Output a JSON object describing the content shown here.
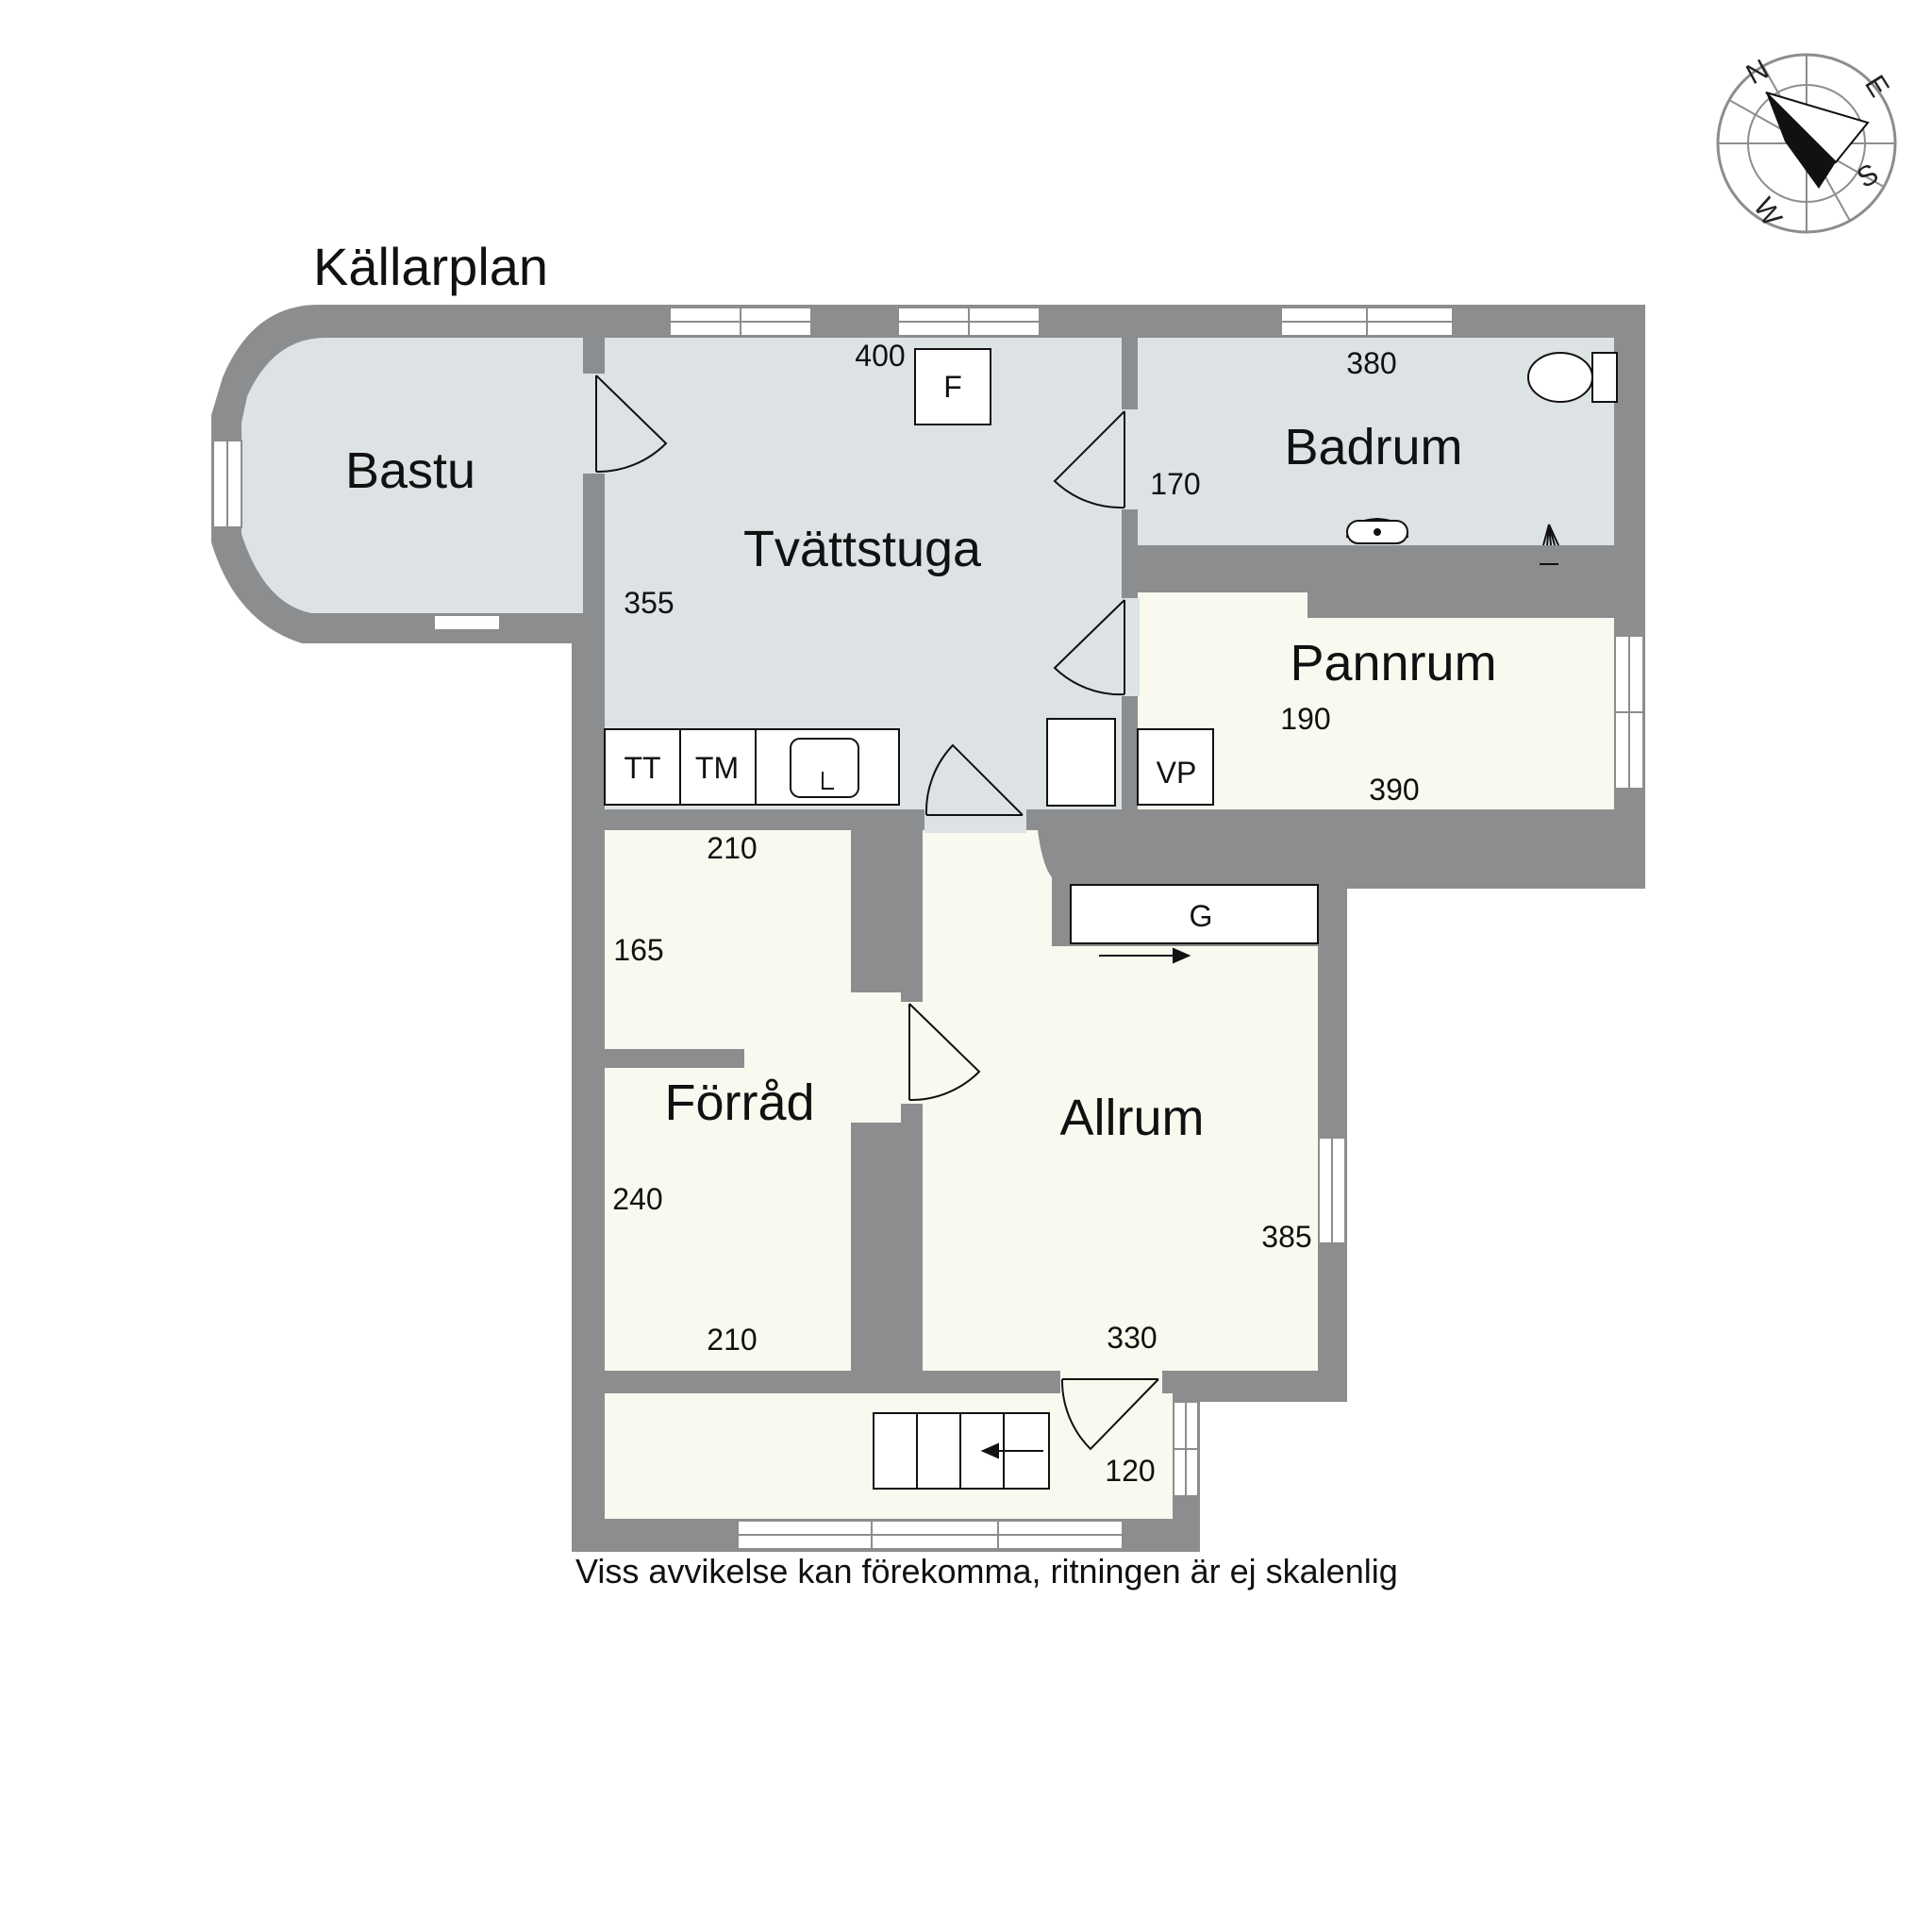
{
  "plan": {
    "title": "Källarplan",
    "disclaimer": "Viss avvikelse kan förekomma, ritningen är ej skalenlig",
    "colors": {
      "wall": "#8c8d8f",
      "room_gray": "#dde2e5",
      "room_cream": "#faf9ef",
      "line": "#111111"
    },
    "rooms": {
      "bastu": {
        "name": "Bastu"
      },
      "tvattstuga": {
        "name": "Tvättstuga",
        "dims": [
          "400",
          "355"
        ]
      },
      "badrum": {
        "name": "Badrum",
        "dims": [
          "380",
          "170"
        ]
      },
      "pannrum": {
        "name": "Pannrum",
        "dims": [
          "190",
          "390"
        ]
      },
      "forrad": {
        "name": "Förråd",
        "dims": [
          "210",
          "165",
          "240",
          "210"
        ]
      },
      "allrum": {
        "name": "Allrum",
        "dims": [
          "330",
          "385"
        ]
      },
      "hall": {
        "dims": [
          "120"
        ]
      }
    },
    "fixtures": {
      "f": "F",
      "tt": "TT",
      "tm": "TM",
      "vp": "VP",
      "g": "G"
    },
    "compass": {
      "n": "N",
      "e": "E",
      "s": "S",
      "w": "W"
    }
  }
}
